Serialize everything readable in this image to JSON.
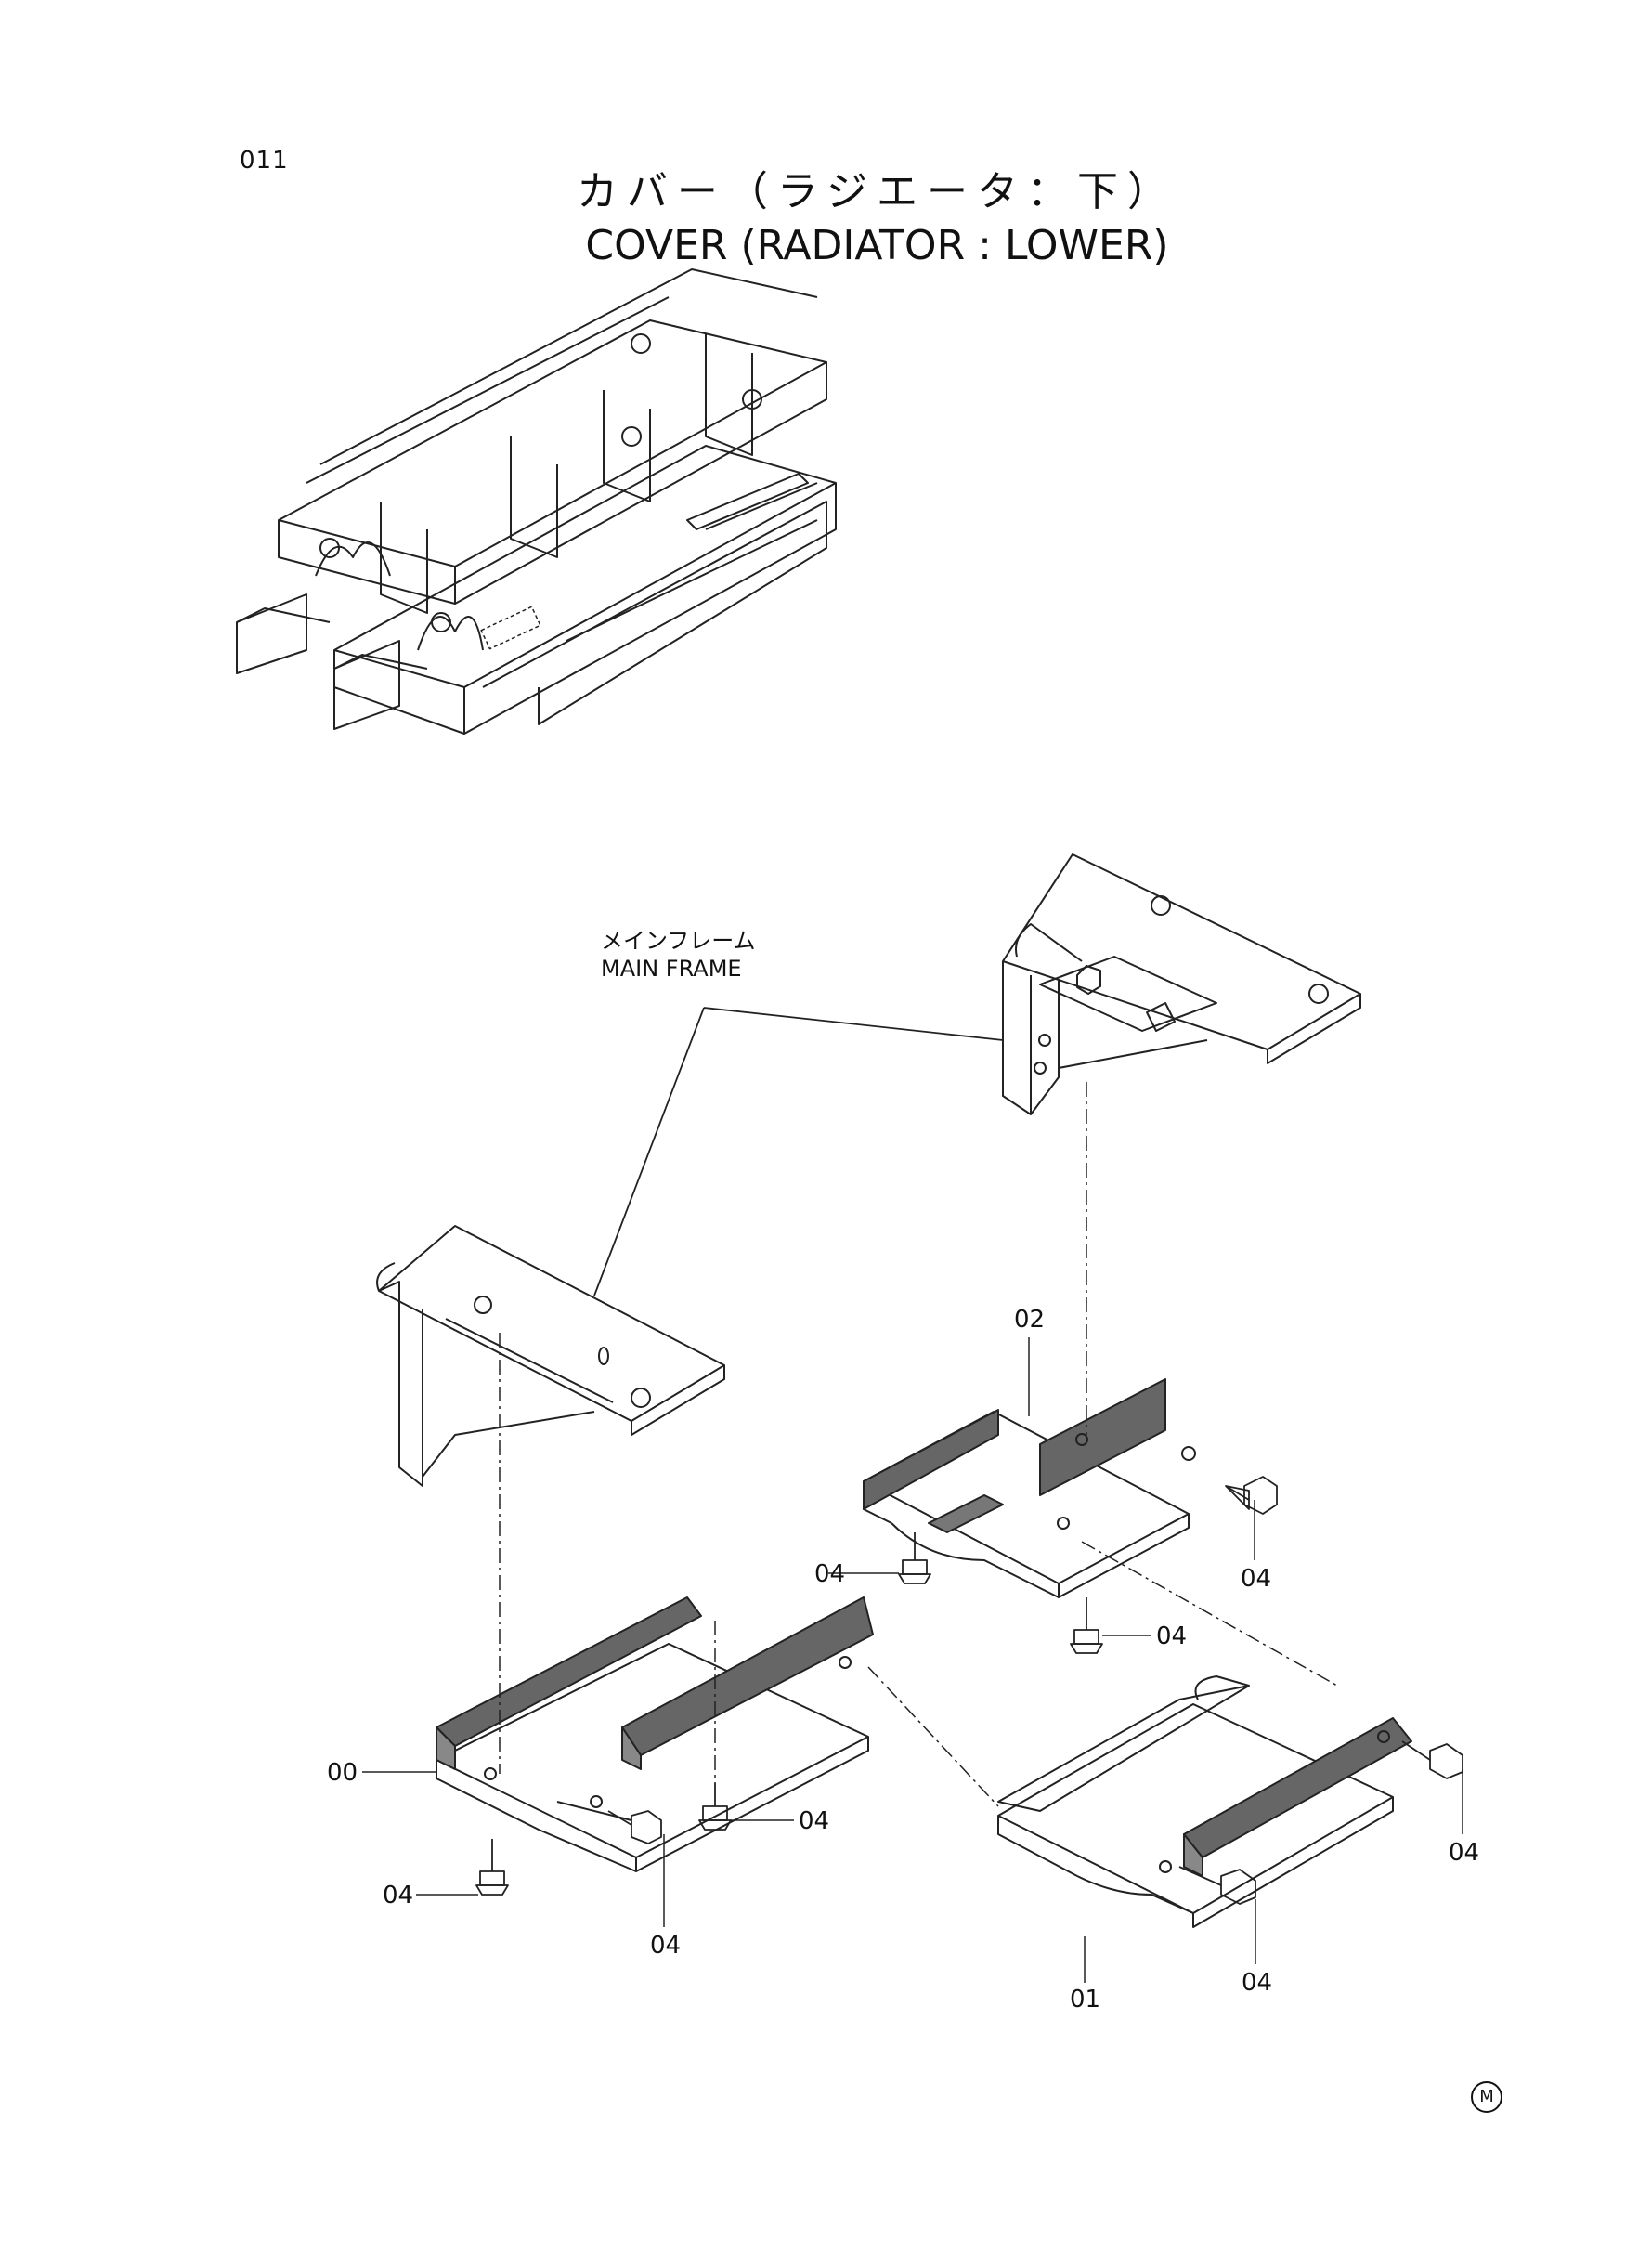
{
  "page": {
    "number": "011"
  },
  "title": {
    "japanese": "カバー（ラジエータ：下）",
    "english": "COVER  (RADIATOR : LOWER)"
  },
  "frame_label": {
    "japanese": "メインフレーム",
    "english": "MAIN  FRAME"
  },
  "callouts": {
    "c00": "00",
    "c01": "01",
    "c02": "02",
    "c04a": "04",
    "c04b": "04",
    "c04c": "04",
    "c04d": "04",
    "c04e": "04",
    "c04f": "04",
    "c04g": "04",
    "c04h": "04"
  },
  "corner_mark": "M"
}
